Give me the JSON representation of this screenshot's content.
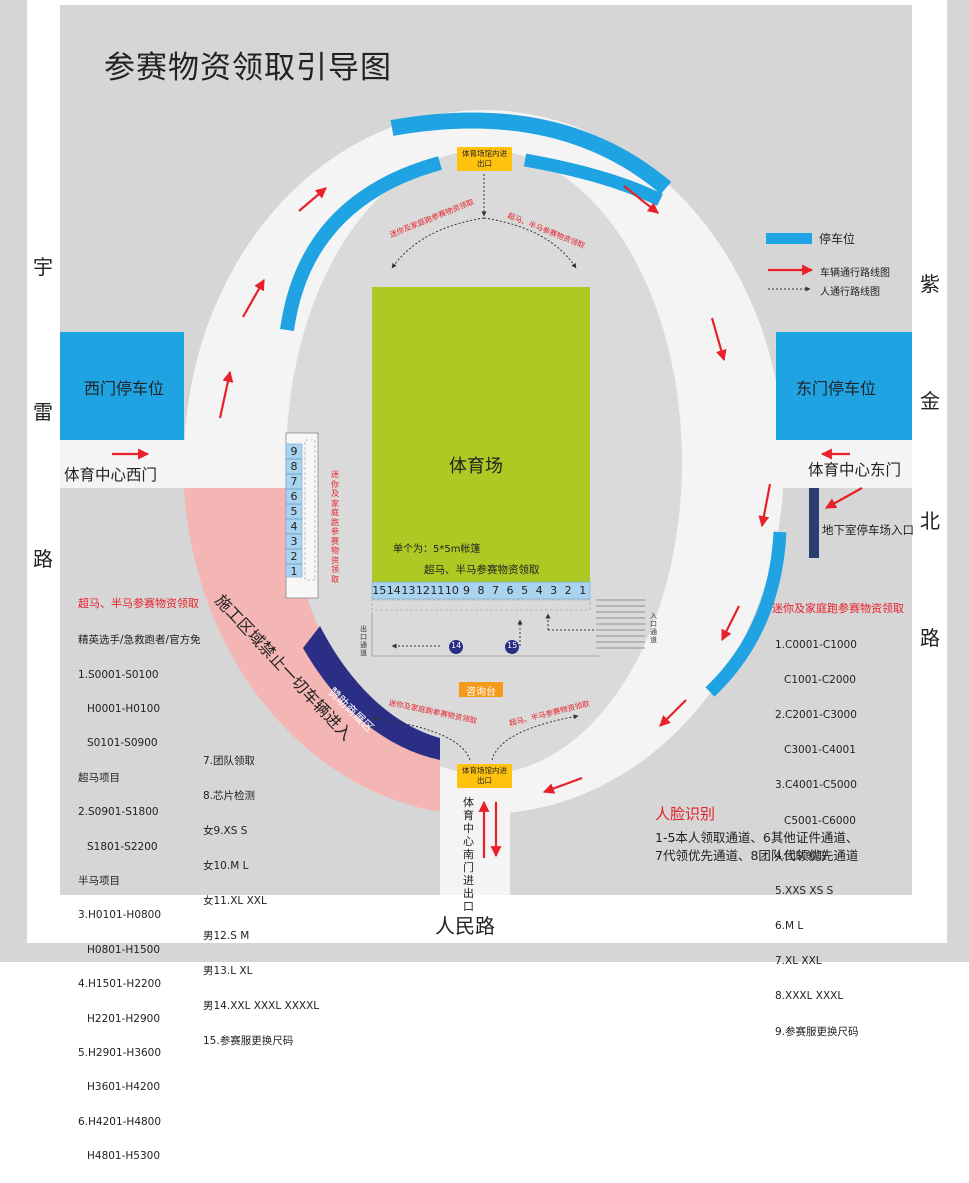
{
  "title": "参赛物资领取引导图",
  "roads": {
    "west": [
      "宇",
      "雷",
      "路"
    ],
    "east": [
      "紫",
      "金",
      "北",
      "路"
    ],
    "south": "人民路"
  },
  "gates": {
    "west": "体育中心西门",
    "east": "体育中心东门",
    "south": "体育中心南门进出口"
  },
  "parking": {
    "west": "西门停车位",
    "east": "东门停车位",
    "underground": "地下室停车场入口"
  },
  "legend": {
    "parking": "停车位",
    "vehicle": "车辆通行路线图",
    "pedestrian": "人通行路线图"
  },
  "stadium": {
    "label": "体育场",
    "north_exit": "体育场馆内进出口",
    "south_exit": "体育场馆内进出口"
  },
  "tents": {
    "unit": "单个为：5*5m帐篷",
    "half_marathon_label": "超马、半马参赛物资领取",
    "bottom_row": [
      "15",
      "14",
      "13",
      "12",
      "11",
      "10",
      "9",
      "8",
      "7",
      "6",
      "5",
      "4",
      "3",
      "2",
      "1"
    ],
    "side_row": [
      "9",
      "8",
      "7",
      "6",
      "5",
      "4",
      "3",
      "2",
      "1"
    ],
    "side_label": "迷你及家庭跑参赛物资领取",
    "exit_label": "出口通道",
    "entry_label": "入口通道",
    "circle_14": "14",
    "circle_15": "15"
  },
  "paths": {
    "nw": "迷你及家庭跑参赛物资领取",
    "ne": "超马、半马参赛物资领取",
    "sw": "迷你及家庭跑参赛物资领取",
    "se": "超马、半马参赛物资领取"
  },
  "consult": "咨询台",
  "construction": "施工区域禁止一切车辆进入",
  "sponsor": "赞助商展区",
  "left_list": {
    "heading": "超马、半马参赛物资领取",
    "lines": [
      "精英选手/急救跑者/官方免",
      "1.S0001-S0100",
      "  H0001-H0100",
      "  S0101-S0900",
      "超马项目",
      "2.S0901-S1800",
      "  S1801-S2200",
      "半马项目",
      "3.H0101-H0800",
      "  H0801-H1500",
      "4.H1501-H2200",
      "  H2201-H2900",
      "5.H2901-H3600",
      "  H3601-H4200",
      "6.H4201-H4800",
      "  H4801-H5300"
    ]
  },
  "middle_list": {
    "lines": [
      "7.团队领取",
      "8.芯片检测",
      "女9.XS    S",
      "女10.M    L",
      "女11.XL    XXL",
      "男12.S    M",
      "男13.L    XL",
      "男14.XXL    XXXL    XXXXL",
      "15.参赛服更换尺码"
    ]
  },
  "right_list": {
    "heading": "迷你及家庭跑参赛物资领取",
    "lines": [
      "1.C0001-C1000",
      "  C1001-C2000",
      "2.C2001-C3000",
      "  C3001-C4001",
      "3.C4001-C5000",
      "  C5001-C6000",
      "4.团队领取",
      "5.XXS    XS    S",
      "6.M    L",
      "7.XL    XXL",
      "8.XXXL    XXXL",
      "9.参赛服更换尺码"
    ]
  },
  "face": {
    "heading": "人脸识别",
    "lines": [
      "1-5本人领取通道、6其他证件通道、",
      "7代领优先通道、8团队代领优先通道"
    ]
  },
  "colors": {
    "ground": "#d6d6d6",
    "track": "#f4f4f4",
    "inner": "#dadada",
    "parking": "#1fa3e2",
    "stadium": "#acca23",
    "construction": "#f4b6b4",
    "sponsor": "#2b2e85",
    "exit": "#ffc20e",
    "consult": "#f39a1b",
    "arrow": "#e8202a",
    "tent": "#a9d3ef"
  }
}
